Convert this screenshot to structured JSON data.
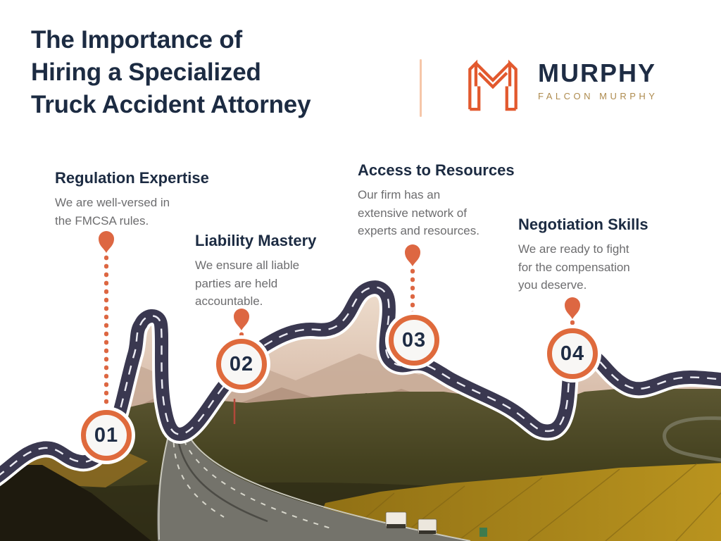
{
  "title": "The Importance of\nHiring a Specialized\nTruck Accident Attorney",
  "logo": {
    "name": "MURPHY",
    "subtitle": "FALCON MURPHY",
    "monogram_icon": "murphy-m-monogram"
  },
  "milestones": [
    {
      "number": "01",
      "heading": "Regulation Expertise",
      "body": "We are well-versed in\nthe FMCSA rules."
    },
    {
      "number": "02",
      "heading": "Liability Mastery",
      "body": "We ensure all liable\nparties are held\naccountable."
    },
    {
      "number": "03",
      "heading": "Access to Resources",
      "body": "Our firm has an\nextensive network of\nexperts and resources."
    },
    {
      "number": "04",
      "heading": "Negotiation Skills",
      "body": "We are ready to fight\nfor the compensation\nyou deserve."
    }
  ],
  "colors": {
    "navy": "#1c2b42",
    "body_gray": "#6d6d6f",
    "accent_orange": "#df6a3c",
    "monogram_orange": "#e2592e",
    "gold": "#ae8b4e",
    "road_dark": "#3a3850",
    "divider_peach": "#f6c7a9"
  }
}
